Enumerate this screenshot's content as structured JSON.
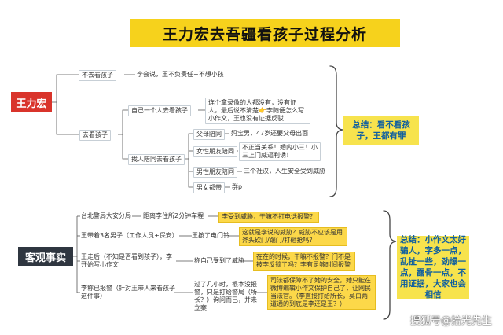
{
  "title": "王力宏去吾疆看孩子过程分析",
  "top": {
    "root": "王力宏",
    "branch_no": "不去看孩子",
    "branch_no_note": "李会说，王不负责任+不想小孩",
    "branch_yes": "去看孩子",
    "alone": "自己一个人去看孩子",
    "alone_note": "连个拿录像的人都没有，没有证人，最后说不清楚👉李随便怎么写小作文，王也没有证据反驳",
    "accompany": "找人陪同去看孩子",
    "rows": [
      {
        "label": "父母陪同",
        "note": "妈宝男，47岁还要父母出面"
      },
      {
        "label": "女性朋友陪同",
        "note": "不正当关系！婚内小三！小三上门威逼利诱！"
      },
      {
        "label": "男性朋友陪同",
        "note": "三个社汉，人生安全受到威胁"
      },
      {
        "label": "男女都带",
        "note": "群p"
      }
    ],
    "summary": "总结：看不看孩子，王都有罪"
  },
  "bottom": {
    "root": "客观事实",
    "items": [
      {
        "text": "台北警局大安分局",
        "mid": "距离李住所2分钟车程",
        "note": "李受到威胁，干嘛不打电话报警？"
      },
      {
        "text": "王带着3名男子（工作人员+保安）",
        "mid": "王按了电门铃",
        "note": "这就是李说的威胁？威胁不应该是用斧头砍门/踹门/打砸抢吗？"
      },
      {
        "text": "王走后（不知是否看到孩子），李开始写小作文",
        "mid": "称自己受到了威胁",
        "note": "在在的时候，干嘛不报警？门不是被李反锁了吗？李有足够时间报警"
      },
      {
        "text": "李称已报警（针对王带人来看孩子这件事）",
        "mid": "过了几小时，根本没报警，只是打给警局（所长？）询问而已，并未立案",
        "note": "司法都保障不了她的安全，她只能在微博编辑小作文保护自己了，让网民当法官。（李直接打给所长，莫白两道通的到底是李还是王？）"
      }
    ],
    "summary": "总结：小作文太好骗人，字多一点，乱扯一些，劲爆一点，露骨一点，不用证据，大家也会相信"
  },
  "watermark": "搜狐号@拾光先生",
  "colors": {
    "accent_yellow": "#f6d21c",
    "root_red": "#d9342b",
    "root_dark": "#2f3640",
    "summary_text": "#0f5fa0",
    "note_yellow": "#fcd849"
  }
}
